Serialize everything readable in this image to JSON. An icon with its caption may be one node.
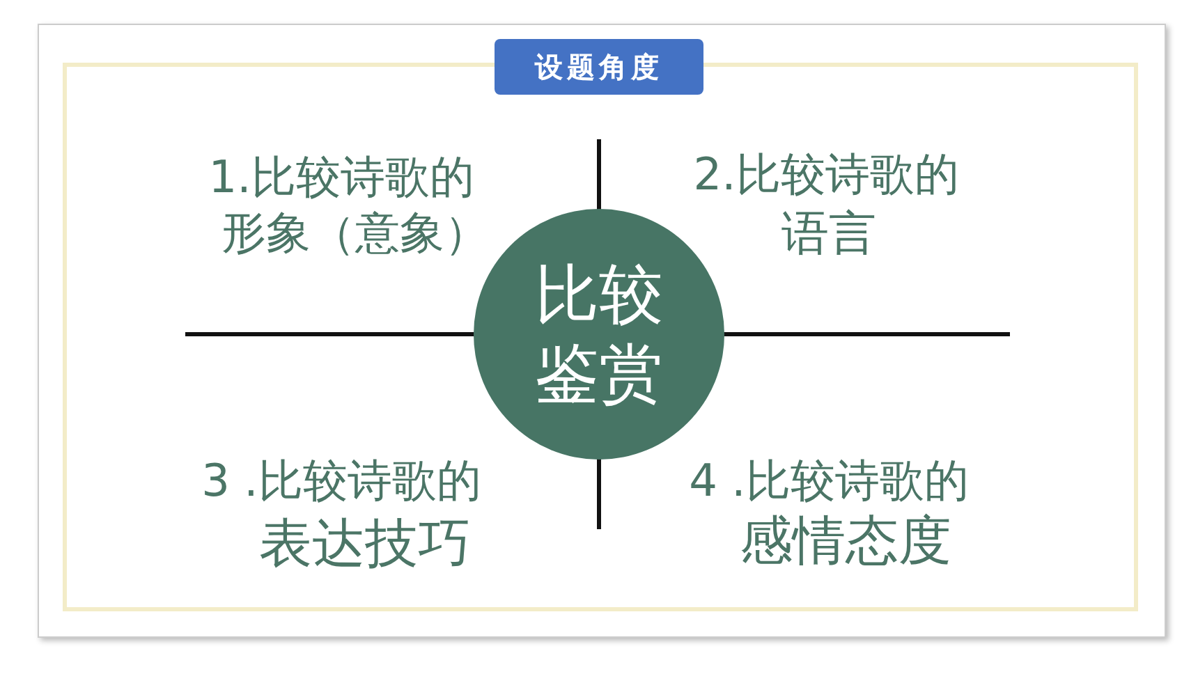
{
  "diagram": {
    "nodes": [
      {
        "text": [
          "设题角度"
        ]
      },
      {
        "text": [
          "比较鉴赏"
        ]
      }
    ],
    "labels": [
      "1.比较诗歌的",
      "形象（意象）",
      "2.比较诗歌的",
      "语言",
      "3 .比较诗歌的",
      "表达技巧",
      "4 .比较诗歌的",
      "感情态度"
    ]
  }
}
